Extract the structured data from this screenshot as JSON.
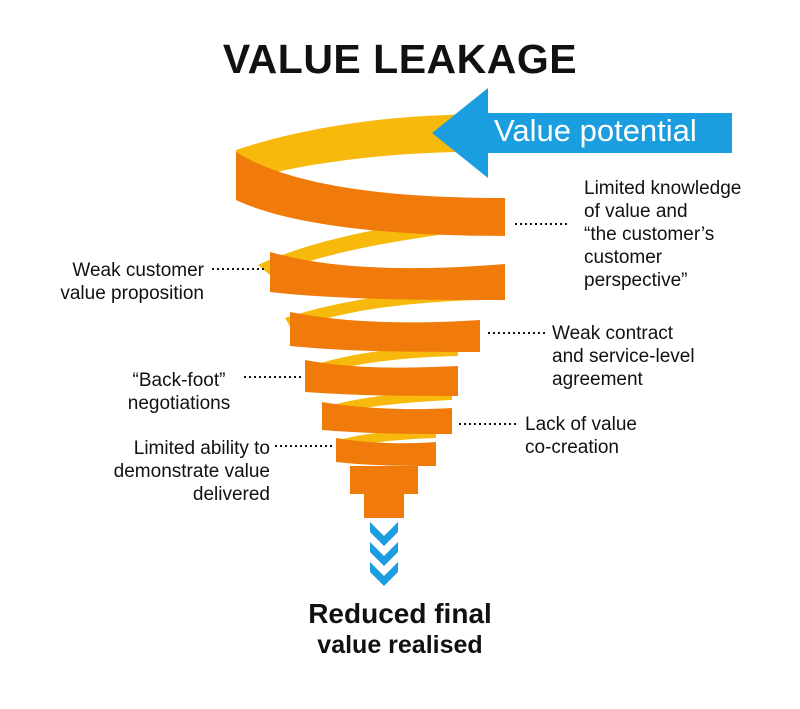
{
  "title": "VALUE LEAKAGE",
  "input_arrow": {
    "label": "Value potential",
    "color": "#1a9ee0"
  },
  "funnel": {
    "front_color": "#f07a0a",
    "back_color": "#f6b90c"
  },
  "leakage_points": [
    {
      "id": "limited-knowledge",
      "side": "right",
      "lines": [
        "Limited knowledge",
        "of value and",
        "“the customer’s",
        "customer",
        "perspective”"
      ]
    },
    {
      "id": "weak-proposition",
      "side": "left",
      "lines": [
        "Weak customer",
        "value proposition"
      ]
    },
    {
      "id": "weak-contract",
      "side": "right",
      "lines": [
        "Weak contract",
        "and service-level",
        "agreement"
      ]
    },
    {
      "id": "back-foot",
      "side": "left",
      "lines": [
        "“Back-foot”",
        "negotiations"
      ]
    },
    {
      "id": "co-creation",
      "side": "right",
      "lines": [
        "Lack of value",
        "co-creation"
      ]
    },
    {
      "id": "demonstrate",
      "side": "left",
      "lines": [
        "Limited ability to",
        "demonstrate value",
        "delivered"
      ]
    }
  ],
  "outcome": {
    "line1": "Reduced final",
    "line2": "value realised"
  }
}
